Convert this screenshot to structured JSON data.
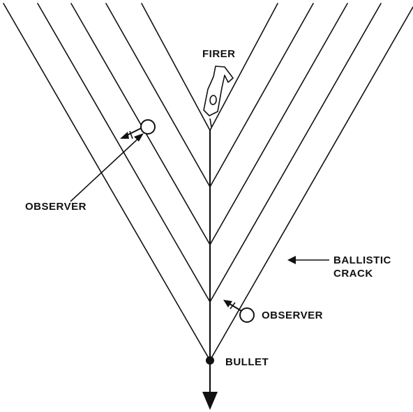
{
  "labels": {
    "firer": "FIRER",
    "observer_left": "OBSERVER",
    "observer_right": "OBSERVER",
    "ballistic_line1": "BALLISTIC",
    "ballistic_line2": "CRACK",
    "bullet": "BULLET"
  },
  "colors": {
    "ink": "#111111",
    "background": "#ffffff"
  }
}
